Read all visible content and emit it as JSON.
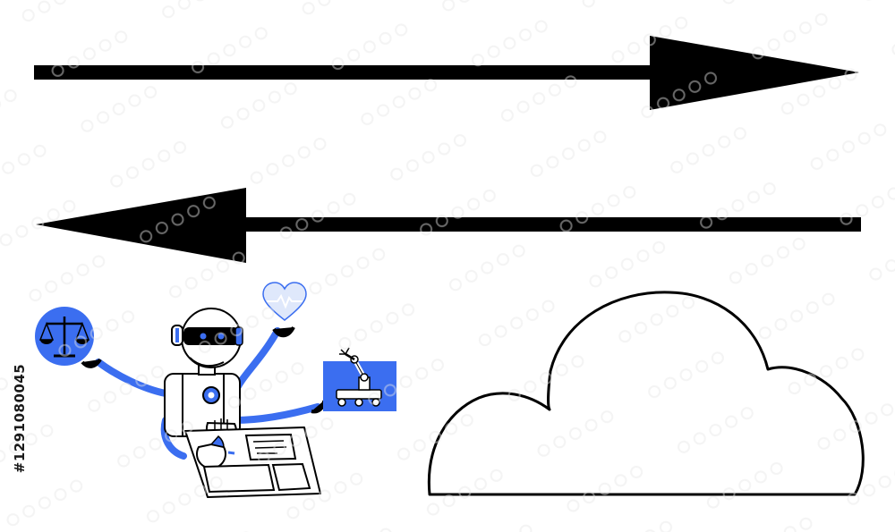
{
  "stock_id": "#1291080045",
  "colors": {
    "ink": "#000000",
    "accent": "#3b6ef0",
    "accent_light": "#dfe8fb",
    "background": "#ffffff"
  },
  "elements": {
    "arrow_top": {
      "direction": "right"
    },
    "arrow_bottom": {
      "direction": "left"
    },
    "robot": {
      "holding": [
        "scales-icon",
        "heart-icon",
        "robot-arm-icon",
        "dashboard-panel"
      ]
    },
    "cloud": {
      "style": "outline"
    }
  }
}
